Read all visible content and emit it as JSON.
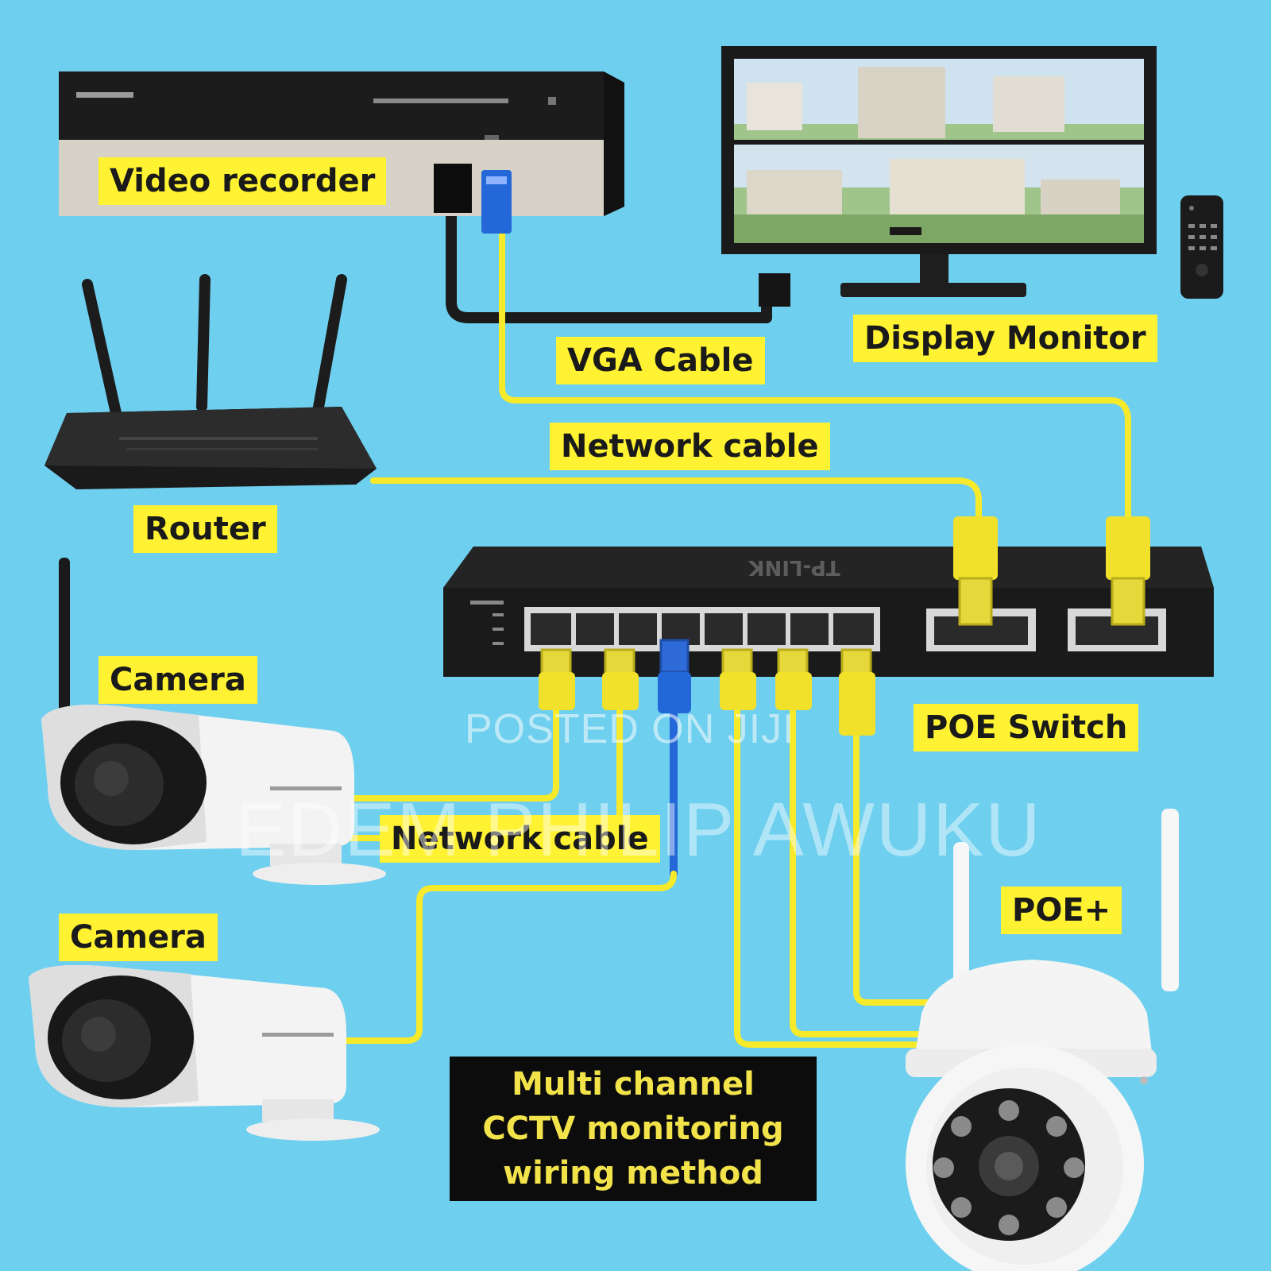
{
  "labels": {
    "video_recorder": "Video recorder",
    "display_monitor": "Display Monitor",
    "vga_cable": "VGA Cable",
    "network_cable_top": "Network cable",
    "router": "Router",
    "poe_switch": "POE Switch",
    "camera_1": "Camera",
    "camera_2": "Camera",
    "network_cable_bottom": "Network cable",
    "poe_plus": "POE+"
  },
  "title": {
    "line1": "Multi channel",
    "line2": "CCTV monitoring",
    "line3": "wiring method"
  },
  "watermark": {
    "line1": "POSTED ON JIJI",
    "line2": "EDEM PHILIP AWUKU"
  },
  "switch_brand": "TP-LINK",
  "colors": {
    "background": "#6ecfee",
    "label_bg": "#fff233",
    "network_cable": "#f6ea2a",
    "blue_cable": "#2467d8",
    "vga_cable": "#1b1b1b",
    "title_bg": "#0c0c0c",
    "title_text": "#f3e34a"
  },
  "icons": [
    "video-recorder-icon",
    "monitor-icon",
    "remote-icon",
    "router-icon",
    "poe-switch-icon",
    "bullet-camera-icon",
    "dome-camera-icon"
  ]
}
